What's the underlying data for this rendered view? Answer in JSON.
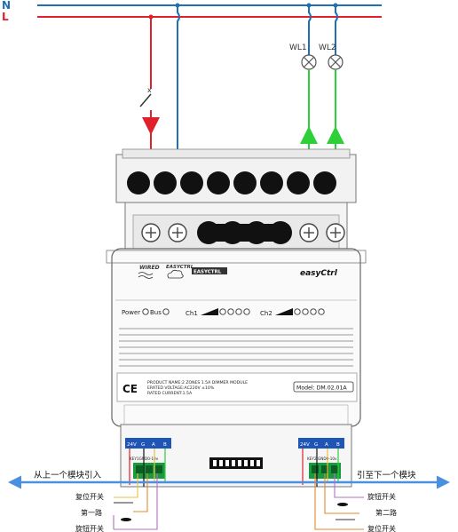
{
  "lines": {
    "neutral": "N",
    "live": "L"
  },
  "loads": {
    "wl1": "WL1",
    "wl2": "WL2"
  },
  "module": {
    "brand_wired": "WIRED",
    "brand_easyctrl_small": "EASYCTRL",
    "brand_logo_text": "EASYCTRL",
    "brand_main": "easyCtrl",
    "indicator_power": "Power",
    "indicator_bus": "Bus",
    "indicator_ch1": "Ch1",
    "indicator_ch2": "Ch2",
    "ce_mark": "CE",
    "spec_line1": "PRODUCT NAME:2 ZONES 1.5A DIMMER MODULE",
    "spec_line2": "ERATED VOLTAGE:AC220V ±10%",
    "spec_line3": "RATED CURRENT:1.5A",
    "model_label": "Model: DM.02.01A"
  },
  "terminals": {
    "left": [
      "24V",
      "G",
      "A",
      "B"
    ],
    "right": [
      "24V",
      "G",
      "A",
      "B"
    ],
    "left_key_label": "KEY1GND0-10v",
    "right_key_label": "KEY2 GND0-10v"
  },
  "arrows": {
    "left_text": "从上一个模块引入",
    "right_text": "引至下一个模块"
  },
  "switch_labels": {
    "left": [
      "复位开关",
      "第一路",
      "旋钮开关"
    ],
    "right": [
      "旋钮开关",
      "第二路",
      "复位开关"
    ]
  },
  "colors": {
    "neutral_wire": "#1f6fb2",
    "live_wire": "#e0202a",
    "load_wire": "#2fcf3a",
    "bus_arrow": "#4a8fe0",
    "key_wire_yellow": "#e8c040",
    "key_wire_purple": "#b070c0",
    "key_wire_orange": "#e08a30"
  }
}
